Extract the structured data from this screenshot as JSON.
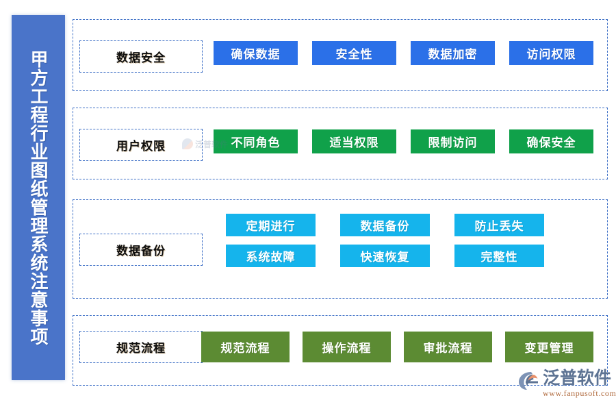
{
  "sidebar": {
    "title": "甲方工程行业图纸管理系统注意事项",
    "background_color": "#4A74C9"
  },
  "watermark": {
    "text": "泛普软件"
  },
  "brand": {
    "name": "泛普软件",
    "url": "www.fanpusoft.com",
    "mark_icon": "fanpu-swoosh-logo-icon"
  },
  "rows": [
    {
      "label": "数据安全",
      "accent_color": "#2B70E8",
      "chips": [
        "确保数据",
        "安全性",
        "数据加密",
        "访问权限"
      ]
    },
    {
      "label": "用户权限",
      "accent_color": "#10A14A",
      "chips": [
        "不同角色",
        "适当权限",
        "限制访问",
        "确保安全"
      ]
    },
    {
      "label": "数据备份",
      "accent_color": "#15B4EC",
      "chips": [
        "定期进行",
        "数据备份",
        "防止丢失",
        "系统故障",
        "快速恢复",
        "完整性"
      ]
    },
    {
      "label": "规范流程",
      "accent_color": "#5C8B33",
      "chips": [
        "规范流程",
        "操作流程",
        "审批流程",
        "变更管理"
      ]
    }
  ]
}
